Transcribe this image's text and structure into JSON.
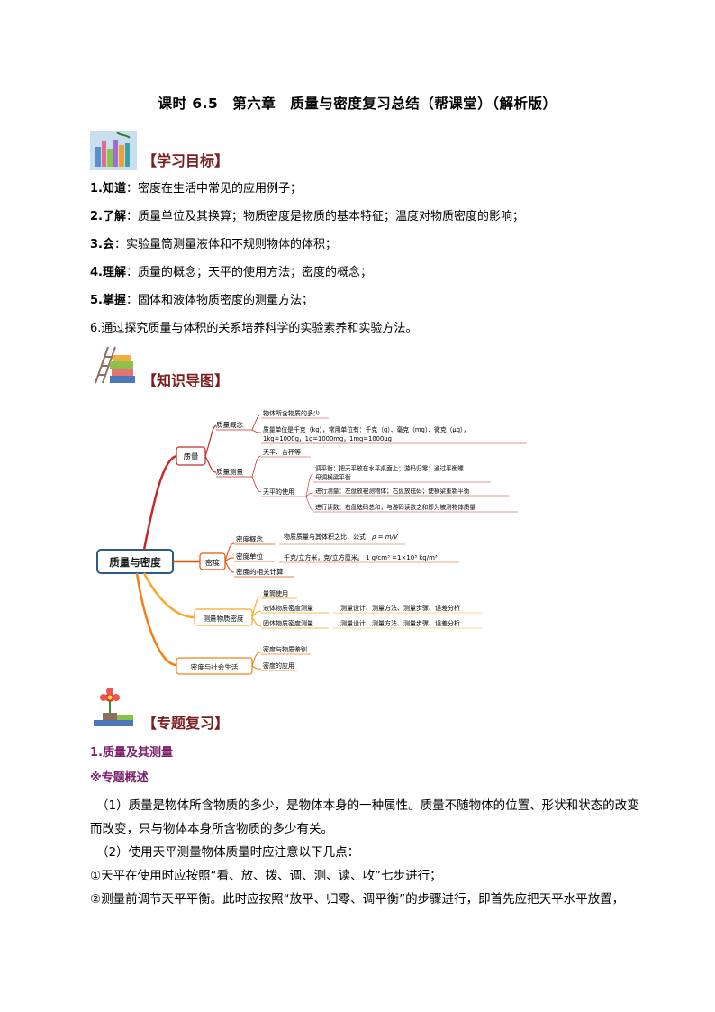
{
  "title": "课时 6.5　第六章　质量与密度复习总结（帮课堂）（解析版）",
  "sections": {
    "goals": "【学习目标】",
    "map": "【知识导图】",
    "review": "【专题复习】"
  },
  "goals": [
    {
      "prefix": "1.知道",
      "text": "：密度在生活中常见的应用例子；"
    },
    {
      "prefix": "2.了解",
      "text": "：质量单位及其换算；物质密度是物质的基本特征；温度对物质密度的影响；"
    },
    {
      "prefix": "3.会",
      "text": "：实验量筒测量液体和不规则物体的体积；"
    },
    {
      "prefix": "4.理解",
      "text": "：质量的概念；天平的使用方法；密度的概念；"
    },
    {
      "prefix": "5.掌握",
      "text": "：固体和液体物质密度的测量方法；"
    },
    {
      "prefix": "",
      "text": "6.通过探究质量与体积的关系培养科学的实验素养和实验方法。"
    }
  ],
  "mindmap": {
    "root": "质量与密度",
    "n_mass": "质量",
    "n_mass_concept": "质量概念",
    "l_mass_concept": "物体所含物质的多少",
    "l_mass_unit": "质量单位是千克（kg），常用单位有：千克（g）、毫克（mg）、微克（μg），",
    "l_mass_unit2": "1kg=1000g，1g=1000mg，1mg=1000μg",
    "n_mass_measure": "质量测量",
    "l_balance": "天平、台秤等",
    "n_balance_use": "天平的使用",
    "l_adjust": "调平衡：把天平放在水平桌面上；游码归零；通过平衡螺",
    "l_adjust2": "母调横梁平衡",
    "l_measure": "进行测量：左盘放被测物体；右盘放砝码；使横梁重新平衡",
    "l_read": "进行读数：右盘砝码总和，与游码读数之和即为被测物体质量",
    "n_density": "密度",
    "n_density_concept": "密度概念",
    "l_density_concept": "物质质量与其体积之比，公式",
    "l_formula": "ρ = m/V",
    "n_density_unit": "密度单位",
    "l_density_unit": "千克/立方米，克/立方厘米。 1 g/cm³ =1×10³ kg/m³",
    "n_density_calc": "密度的相关计算",
    "n_measure_density": "测量物质密度",
    "l_cylinder": "量筒使用",
    "n_liquid": "液体物质密度测量",
    "l_liquid": "测量设计、测量方法、测量步骤、误差分析",
    "n_solid": "固体物质密度测量",
    "l_solid": "测量设计、测量方法、测量步骤、误差分析",
    "n_society": "密度与社会生活",
    "l_identify": "密度与物质鉴别",
    "l_apply": "密度的应用"
  },
  "review": {
    "heading": "1.质量及其测量",
    "overview": "※专题概述",
    "p1a": "（1）质量是物体所含物质的多少，是物体本身的一种属性。质量不随物体的位置、形状和状态的改变",
    "p1b": "而改变，只与物体本身所含物质的多少有关。",
    "p2": "（2）使用天平测量物体质量时应注意以下几点：",
    "p3": "①天平在使用时应按照“看、放、拨、调、测、读、收”七步进行；",
    "p4": "②测量前调节天平平衡。此时应按照“放平、归零、调平衡”的步骤进行，即首先应把天平水平放置，"
  },
  "colors": {
    "heading": "#7a1f1f",
    "subheading": "#7a1f6a",
    "root_border": "#2c5a8a"
  },
  "icons": [
    "books-icon",
    "ladder-books-icon",
    "flower-books-icon"
  ]
}
